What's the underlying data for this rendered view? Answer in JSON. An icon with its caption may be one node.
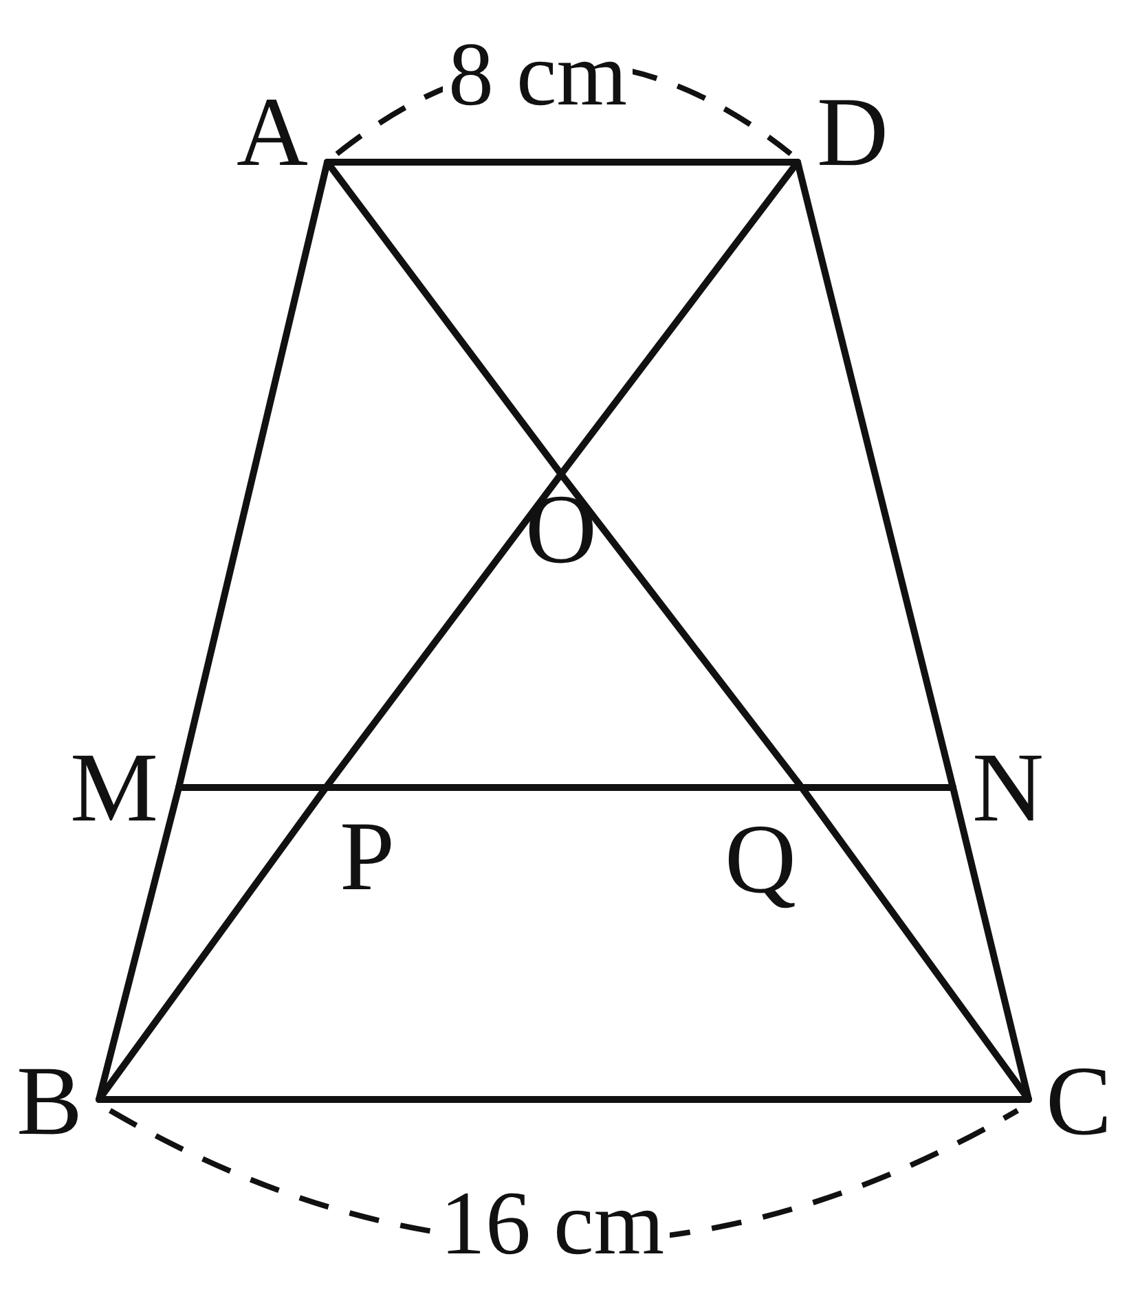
{
  "diagram": {
    "nodes": [
      {
        "text": [
          "A"
        ]
      },
      {
        "text": [
          "D"
        ]
      },
      {
        "text": [
          "O"
        ]
      },
      {
        "text": [
          "M"
        ]
      },
      {
        "text": [
          "P"
        ]
      },
      {
        "text": [
          "Q"
        ]
      },
      {
        "text": [
          "N"
        ]
      },
      {
        "text": [
          "B"
        ]
      },
      {
        "text": [
          "C"
        ]
      }
    ],
    "edges": [
      {
        "from": 0,
        "to": 1,
        "arrow": "none"
      },
      {
        "from": 0,
        "to": 3,
        "arrow": "none"
      },
      {
        "from": 3,
        "to": 7,
        "arrow": "none"
      },
      {
        "from": 7,
        "to": 8,
        "arrow": "none"
      },
      {
        "from": 8,
        "to": 6,
        "arrow": "none"
      },
      {
        "from": 6,
        "to": 1,
        "arrow": "none"
      },
      {
        "from": 3,
        "to": 4,
        "arrow": "none"
      },
      {
        "from": 4,
        "to": 5,
        "arrow": "none"
      },
      {
        "from": 5,
        "to": 6,
        "arrow": "none"
      },
      {
        "from": 0,
        "to": 2,
        "arrow": "none"
      },
      {
        "from": 2,
        "to": 5,
        "arrow": "none"
      },
      {
        "from": 5,
        "to": 8,
        "arrow": "none"
      },
      {
        "from": 1,
        "to": 2,
        "arrow": "none"
      },
      {
        "from": 2,
        "to": 4,
        "arrow": "none"
      },
      {
        "from": 4,
        "to": 7,
        "arrow": "none"
      }
    ],
    "labels": [
      "8 cm",
      "16 cm"
    ]
  }
}
